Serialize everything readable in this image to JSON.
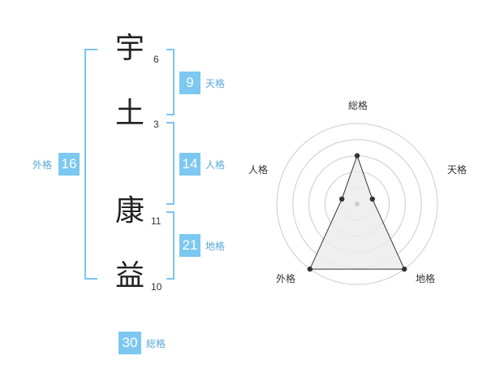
{
  "name": {
    "chars": [
      {
        "kanji": "宇",
        "strokes": "6"
      },
      {
        "kanji": "土",
        "strokes": "3"
      },
      {
        "kanji": "康",
        "strokes": "11"
      },
      {
        "kanji": "益",
        "strokes": "10"
      }
    ]
  },
  "fortunes": {
    "tenkaku": {
      "value": "9",
      "label": "天格"
    },
    "jinkaku": {
      "value": "14",
      "label": "人格"
    },
    "chikaku": {
      "value": "21",
      "label": "地格"
    },
    "gaikaku": {
      "value": "16",
      "label": "外格"
    },
    "soukaku": {
      "value": "30",
      "label": "総格"
    }
  },
  "radar": {
    "axes": [
      "総格",
      "天格",
      "地格",
      "外格",
      "人格"
    ],
    "values": [
      3,
      1,
      5,
      5,
      1
    ],
    "max": 5,
    "rings": 5,
    "colors": {
      "ring": "#cccccc",
      "line": "#333333",
      "fill": "#ececec",
      "dot": "#333333",
      "center": "#cccccc"
    }
  }
}
